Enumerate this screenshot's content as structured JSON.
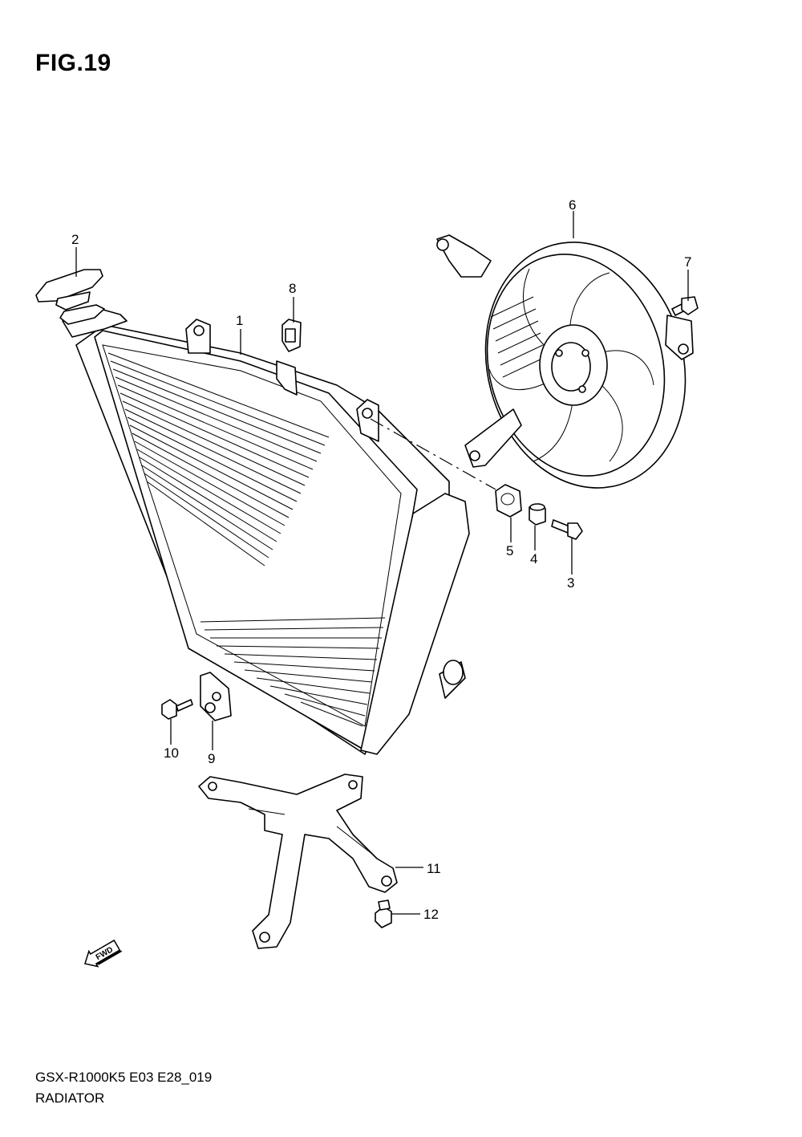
{
  "figure": {
    "title": "FIG.19",
    "code": "GSX-R1000K5 E03 E28_019",
    "name": "RADIATOR"
  },
  "callouts": [
    "1",
    "2",
    "3",
    "4",
    "5",
    "6",
    "7",
    "8",
    "9",
    "10",
    "11",
    "12"
  ],
  "fwd_label": "FWD"
}
